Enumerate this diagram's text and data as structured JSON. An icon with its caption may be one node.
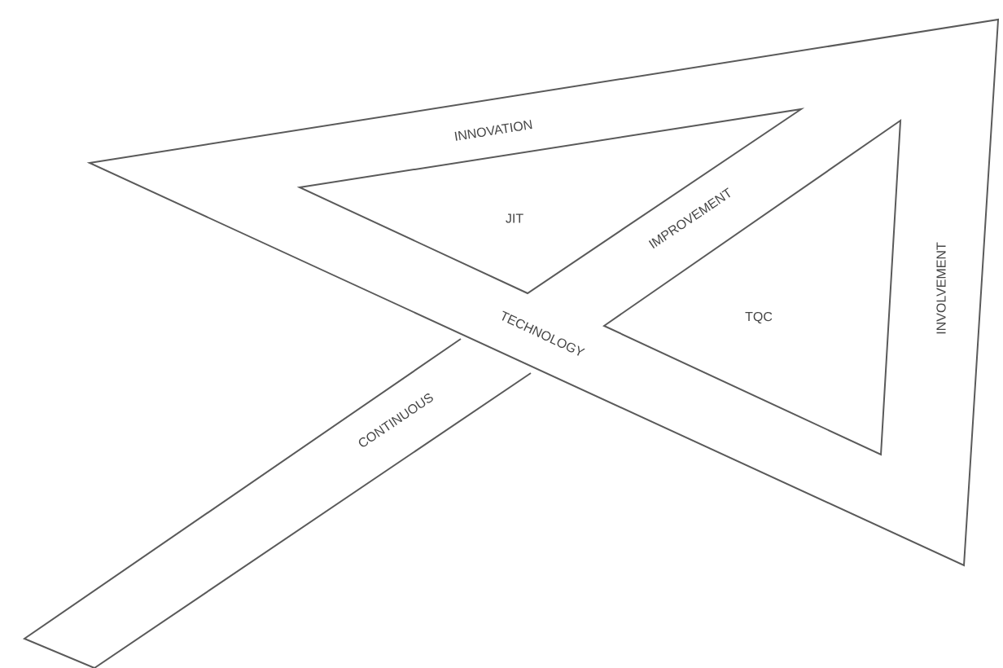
{
  "diagram": {
    "nodes": [
      {
        "text": [
          "JIT"
        ]
      },
      {
        "text": [
          "TQC"
        ]
      }
    ],
    "labels": [
      "INNOVATION",
      "IMPROVEMENT",
      "TECHNOLOGY",
      "CONTINUOUS",
      "INVOLVEMENT"
    ]
  }
}
